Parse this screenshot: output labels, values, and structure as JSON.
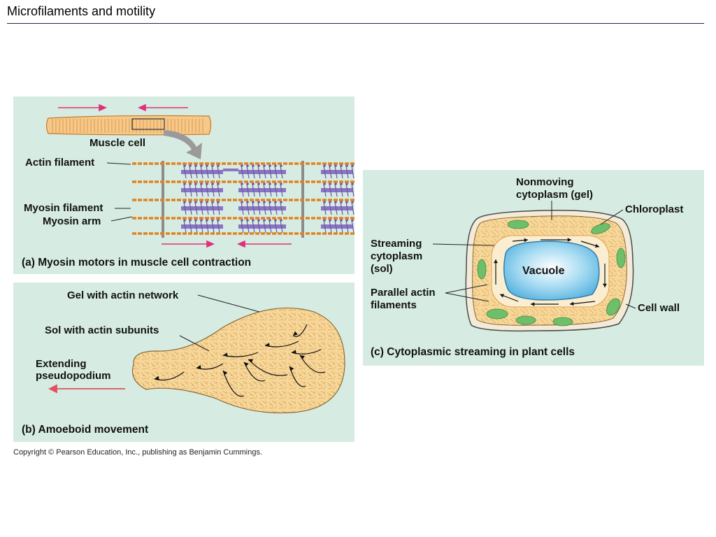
{
  "slide": {
    "title": "Microfilaments and motility",
    "copyright": "Copyright © Pearson Education, Inc., publishing as Benjamin Cummings."
  },
  "panel_a": {
    "muscle_cell": "Muscle cell",
    "actin_filament": "Actin filament",
    "myosin_filament": "Myosin filament",
    "myosin_arm": "Myosin arm",
    "caption": "(a) Myosin motors in muscle cell contraction"
  },
  "panel_b": {
    "gel": "Gel with actin network",
    "sol": "Sol with actin subunits",
    "extending_1": "Extending",
    "extending_2": "pseudopodium",
    "caption": "(b) Amoeboid movement"
  },
  "panel_c": {
    "nonmoving_1": "Nonmoving",
    "nonmoving_2": "cytoplasm (gel)",
    "chloroplast": "Chloroplast",
    "streaming_1": "Streaming",
    "streaming_2": "cytoplasm",
    "streaming_3": "(sol)",
    "vacuole": "Vacuole",
    "parallel_1": "Parallel actin",
    "parallel_2": "filaments",
    "cell_wall": "Cell wall",
    "caption": "(c) Cytoplasmic streaming in plant cells"
  },
  "colors": {
    "panel_bg": "#d6ece2",
    "actin": "#e0821f",
    "myosin": "#8a74c4",
    "cytoplasm": "#f6d79a",
    "chloroplast": "#6fbf6a",
    "vacuole": "#7cc9ea",
    "motion_arrow": "#e0307a"
  }
}
